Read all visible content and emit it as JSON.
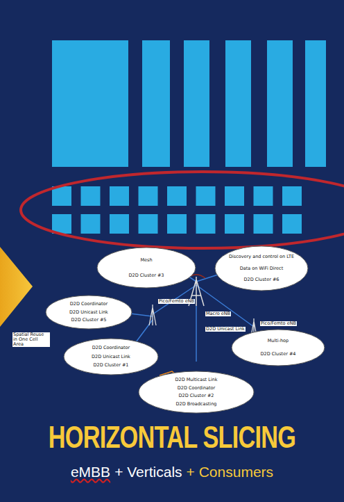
{
  "diagram": {
    "title": "HORIZONTAL SLICING",
    "nodes": [
      {
        "text": [
          "Mesh",
          "D2D Cluster #3"
        ]
      },
      {
        "text": [
          "Discovery and control on LTE",
          "Data on WiFi Direct",
          "D2D Cluster #6"
        ]
      },
      {
        "text": [
          "D2D Coordinator",
          "D2D Unicast Link",
          "D2D Cluster #5"
        ]
      },
      {
        "text": [
          "D2D Coordinator",
          "D2D Unicast Link",
          "D2D Cluster #1"
        ]
      },
      {
        "text": [
          "Multi-hop",
          "D2D Cluster #4"
        ]
      },
      {
        "text": [
          "D2D Multicast Link",
          "D2D Coordinator",
          "D2D Cluster #2",
          "D2D Broadcasting"
        ]
      }
    ],
    "labels": [
      "Macro eNB",
      "Pico/Femto eNB",
      "Pico/Femto eNB",
      "Spatial Reuse in One Cell Area",
      "D2D Unicast Link",
      "eMBB",
      "+ Verticals",
      "+ Consumers"
    ]
  }
}
